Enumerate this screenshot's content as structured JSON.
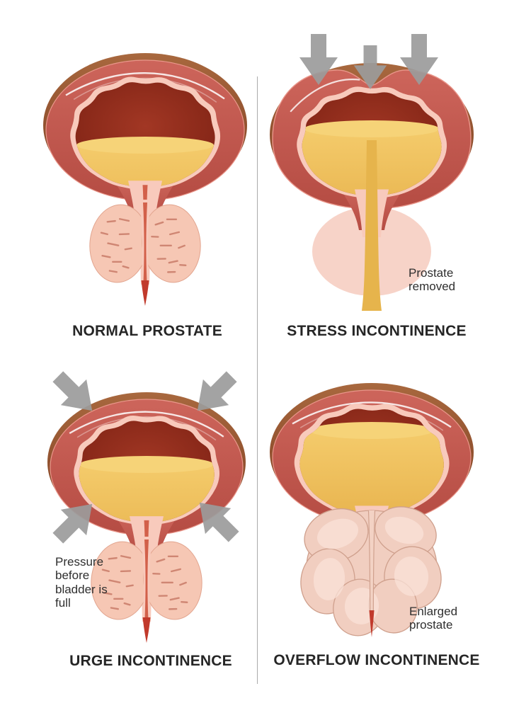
{
  "figure": {
    "background": "#ffffff",
    "panels": [
      {
        "id": "normal-prostate",
        "caption": "NORMAL PROSTATE",
        "annotation": ""
      },
      {
        "id": "stress-incontinence",
        "caption": "STRESS INCONTINENCE",
        "annotation": "Prostate removed"
      },
      {
        "id": "urge-incontinence",
        "caption": "URGE INCONTINENCE",
        "annotation": "Pressure before bladder is full"
      },
      {
        "id": "overflow-incontinence",
        "caption": "OVERFLOW INCONTINENCE",
        "annotation": "Enlarged prostate"
      }
    ],
    "icons": {
      "pressure_arrow": "thick gray pressure arrow"
    },
    "colors": {
      "wall_top": "#cd655b",
      "wall_bottom": "#b54c43",
      "wall_edge": "#e9968a",
      "rim_top": "#a8683e",
      "rim_bottom": "#7c3c20",
      "interior_center": "#a23724",
      "interior_edge": "#7e2214",
      "lining": "#f8cabc",
      "urine_light": "#f4cb6b",
      "urine_deep": "#e6b04a",
      "urine_surface": "#f6d378",
      "urine_stream": "#e6b44c",
      "prostate": "#f6c7b4",
      "prostate_stroke": "#e2a58f",
      "prostate_dash": "#cf8673",
      "ghost_prostate": "#f7d3c8",
      "enlarged_fill": "#f1cec0",
      "enlarged_stroke": "#cfa08d",
      "enlarged_highlight": "#f9e2d8",
      "urethra": "#d2604a",
      "urethra_tip": "#c13a2c",
      "arrow": "#9b9b9b",
      "divider": "#ababab",
      "caption_text": "#262626",
      "annotation_text": "#2f2f2f"
    }
  }
}
